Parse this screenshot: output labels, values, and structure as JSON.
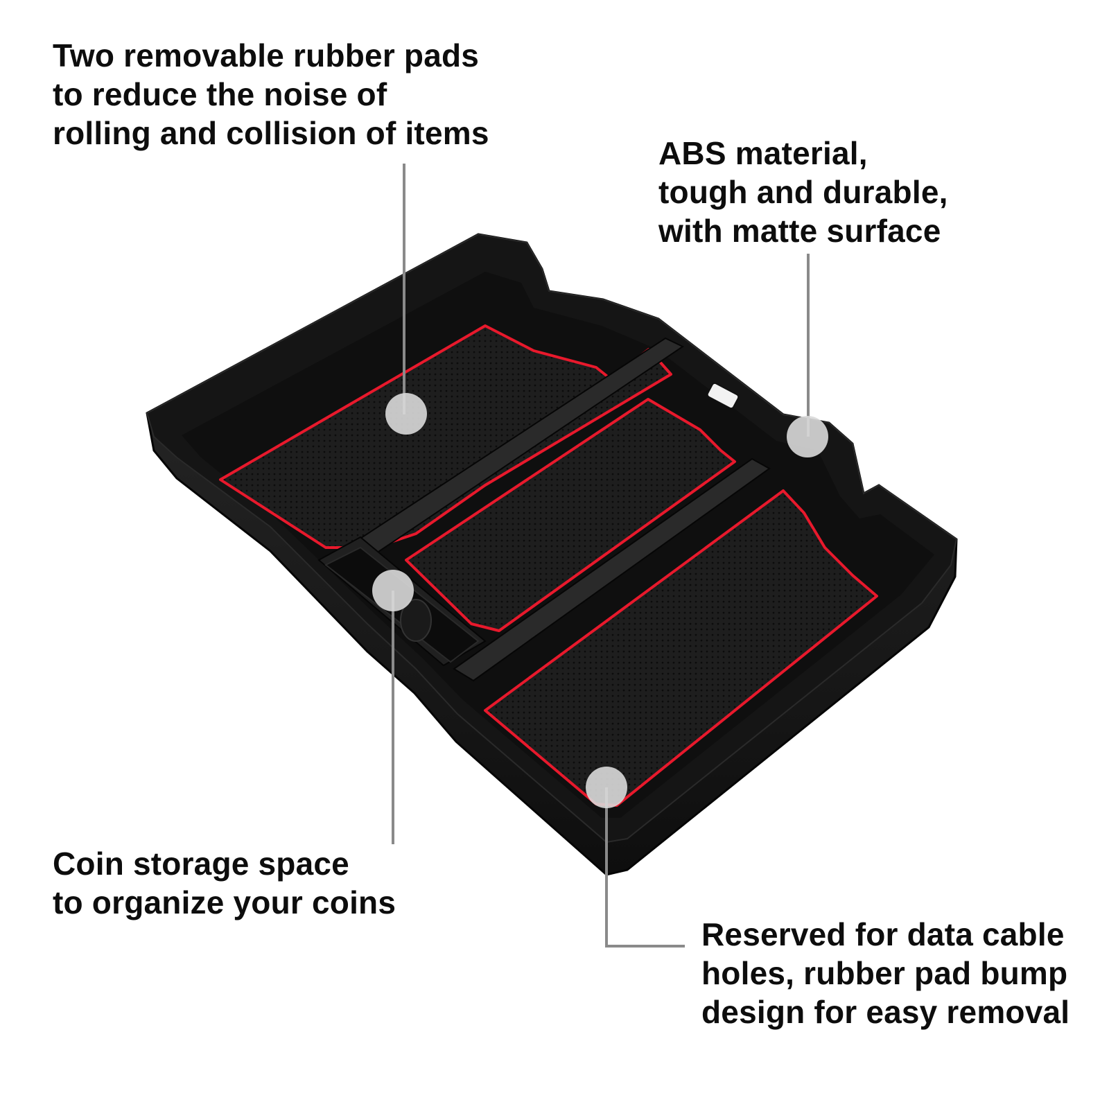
{
  "callouts": {
    "rubber_pads": {
      "lines": [
        "Two removable rubber pads",
        "to reduce the noise of",
        "rolling and collision of items"
      ]
    },
    "abs_material": {
      "lines": [
        "ABS material,",
        "tough and durable,",
        "with matte surface"
      ]
    },
    "coin_storage": {
      "lines": [
        "Coin storage space",
        "to organize your coins"
      ]
    },
    "cable_holes": {
      "lines": [
        "Reserved for data cable",
        "holes, rubber pad bump",
        "design for easy removal"
      ]
    }
  },
  "colors": {
    "tray": "#141414",
    "tray_wall": "#262626",
    "pad": "#1c1c1c",
    "accent_red": "#e8192c",
    "leader_line": "#8a8a8a",
    "marker": "#d9d9d9"
  }
}
